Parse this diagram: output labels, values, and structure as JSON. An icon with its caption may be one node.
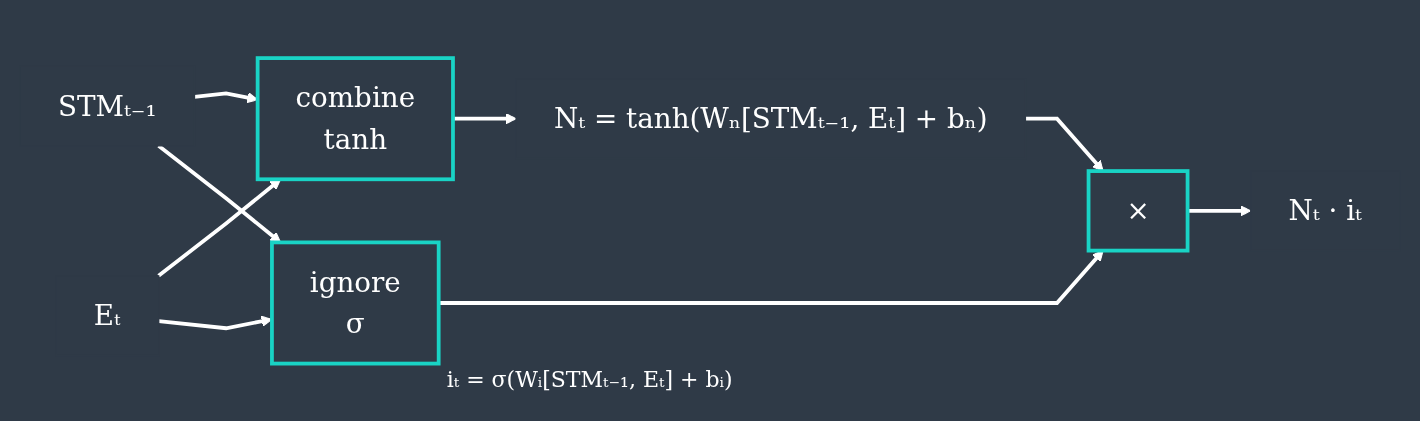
{
  "diagram": {
    "nodes": [
      {
        "text": [
          "STMₜ₋₁"
        ]
      },
      {
        "text": [
          "combine",
          "tanh"
        ]
      },
      {
        "text": [
          "Nₜ = tanh(Wₙ[STMₜ₋₁, Eₜ] + bₙ)"
        ]
      },
      {
        "text": [
          "×"
        ]
      },
      {
        "text": [
          "Nₜ · iₜ"
        ]
      },
      {
        "text": [
          "Eₜ"
        ]
      },
      {
        "text": [
          "ignore",
          "σ"
        ],
        "beside": [
          "iₜ = σ(Wᵢ[STMₜ₋₁, Eₜ] + bᵢ)"
        ]
      }
    ],
    "edges": [
      {
        "from": 0,
        "to": 1,
        "arrow": "to"
      },
      {
        "from": 1,
        "to": 2,
        "arrow": "to"
      },
      {
        "from": 2,
        "to": 3,
        "arrow": "to"
      },
      {
        "from": 3,
        "to": 4,
        "arrow": "to"
      },
      {
        "from": 5,
        "to": 1,
        "arrow": "to"
      },
      {
        "from": 5,
        "to": 6,
        "arrow": "to"
      },
      {
        "from": 6,
        "to": 3,
        "arrow": "to"
      },
      {
        "from": 0,
        "to": 6,
        "arrow": "to"
      }
    ]
  }
}
